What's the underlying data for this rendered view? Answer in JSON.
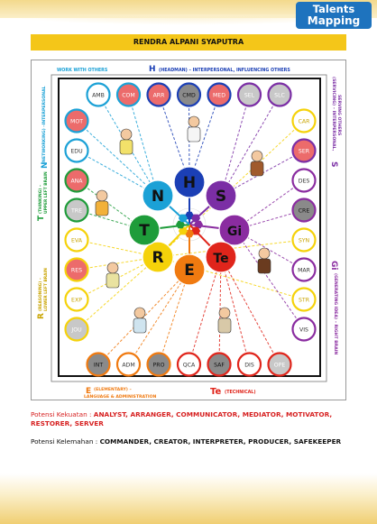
{
  "logo": {
    "line1": "Talents",
    "line2": "Mapping"
  },
  "person_name": "RENDRA ALPANI SYAPUTRA",
  "diagram": {
    "labels": {
      "work_with_others": "WORK WITH OTHERS",
      "h_letter": "H",
      "h_text": "(HEADMAN) – INTERPERSONAL, INFLUENCING OTHERS",
      "n_text": "(NETWORKING) –INTERPERSONAL",
      "n_letter": "N",
      "t_letter": "T",
      "t_text1": "(THINKING) –",
      "t_text2": "UPPER LEFT BRAIN",
      "r_letter": "R",
      "r_text1": "(REASONING) –",
      "r_text2": "LOWER LEFT BRAIN",
      "s_letter": "S",
      "s_text1": "(SERVICING) – INTERPERSONAL,",
      "s_text2": "SERVING OTHERS",
      "gi_letter": "Gi",
      "gi_text": "(GENERATING IDEA) – RIGHT BRAIN",
      "e_letter": "E",
      "e_text1": "(ELEMENTARY) –",
      "e_text2": "LANGUAGE & ADMINISTRATION",
      "te_letter": "Te",
      "te_text": "(TECHNICAL)"
    },
    "center": [
      {
        "code": "H",
        "color": "#1b3fb5"
      },
      {
        "code": "S",
        "color": "#7b2ea5"
      },
      {
        "code": "Gi",
        "color": "#8a2ca0"
      },
      {
        "code": "Te",
        "color": "#e0251b"
      },
      {
        "code": "E",
        "color": "#f07a10"
      },
      {
        "code": "R",
        "color": "#f5d20a"
      },
      {
        "code": "T",
        "color": "#1e9c3a"
      },
      {
        "code": "N",
        "color": "#1ba1d6"
      }
    ],
    "top_row": [
      {
        "code": "AMB",
        "fill": "#ffffff",
        "ring": "#1ba1d6"
      },
      {
        "code": "COM",
        "fill": "#ec6b6b",
        "ring": "#1ba1d6"
      },
      {
        "code": "ARR",
        "fill": "#ec6b6b",
        "ring": "#1b3fb5"
      },
      {
        "code": "CMD",
        "fill": "#8a8a8a",
        "ring": "#1b3fb5"
      },
      {
        "code": "MED",
        "fill": "#ec6b6b",
        "ring": "#1b3fb5"
      },
      {
        "code": "SEL",
        "fill": "#c8c8c8",
        "ring": "#7b2ea5"
      },
      {
        "code": "SLC",
        "fill": "#c8c8c8",
        "ring": "#7b2ea5"
      }
    ],
    "left_col": [
      {
        "code": "MOT",
        "fill": "#ec6b6b",
        "ring": "#1ba1d6"
      },
      {
        "code": "EDU",
        "fill": "#ffffff",
        "ring": "#1ba1d6"
      },
      {
        "code": "ANA",
        "fill": "#ec6b6b",
        "ring": "#1e9c3a"
      },
      {
        "code": "TRE",
        "fill": "#c8c8c8",
        "ring": "#1e9c3a"
      },
      {
        "code": "EVA",
        "fill": "#ffffff",
        "ring": "#f5d20a"
      },
      {
        "code": "RES",
        "fill": "#ec6b6b",
        "ring": "#f5d20a"
      },
      {
        "code": "EXP",
        "fill": "#ffffff",
        "ring": "#f5d20a"
      },
      {
        "code": "JOU",
        "fill": "#c8c8c8",
        "ring": "#f5d20a"
      }
    ],
    "right_col": [
      {
        "code": "CAR",
        "fill": "#ffffff",
        "ring": "#f5d20a"
      },
      {
        "code": "SER",
        "fill": "#ec6b6b",
        "ring": "#7b2ea5"
      },
      {
        "code": "DES",
        "fill": "#ffffff",
        "ring": "#8a2ca0"
      },
      {
        "code": "CRE",
        "fill": "#8a8a8a",
        "ring": "#8a2ca0"
      },
      {
        "code": "SYN",
        "fill": "#ffffff",
        "ring": "#f5d20a"
      },
      {
        "code": "MAR",
        "fill": "#ffffff",
        "ring": "#8a2ca0"
      },
      {
        "code": "STR",
        "fill": "#ffffff",
        "ring": "#f5d20a"
      },
      {
        "code": "VIS",
        "fill": "#ffffff",
        "ring": "#8a2ca0"
      }
    ],
    "bottom_row": [
      {
        "code": "INT",
        "fill": "#8a8a8a",
        "ring": "#f07a10"
      },
      {
        "code": "ADM",
        "fill": "#ffffff",
        "ring": "#f07a10"
      },
      {
        "code": "PRO",
        "fill": "#8a8a8a",
        "ring": "#f07a10"
      },
      {
        "code": "QCA",
        "fill": "#ffffff",
        "ring": "#e0251b"
      },
      {
        "code": "SAF",
        "fill": "#8a8a8a",
        "ring": "#e0251b"
      },
      {
        "code": "DIS",
        "fill": "#ffffff",
        "ring": "#e0251b"
      },
      {
        "code": "OPE",
        "fill": "#c8c8c8",
        "ring": "#e0251b"
      }
    ]
  },
  "strength": {
    "label": "Potensi Kekuatan : ",
    "value": "ANALYST, ARRANGER, COMMUNICATOR, MEDIATOR, MOTIVATOR, RESTORER, SERVER"
  },
  "weakness": {
    "label": "Potensi Kelemahan : ",
    "value": "COMMANDER, CREATOR, INTERPRETER, PRODUCER, SAFEKEEPER"
  }
}
